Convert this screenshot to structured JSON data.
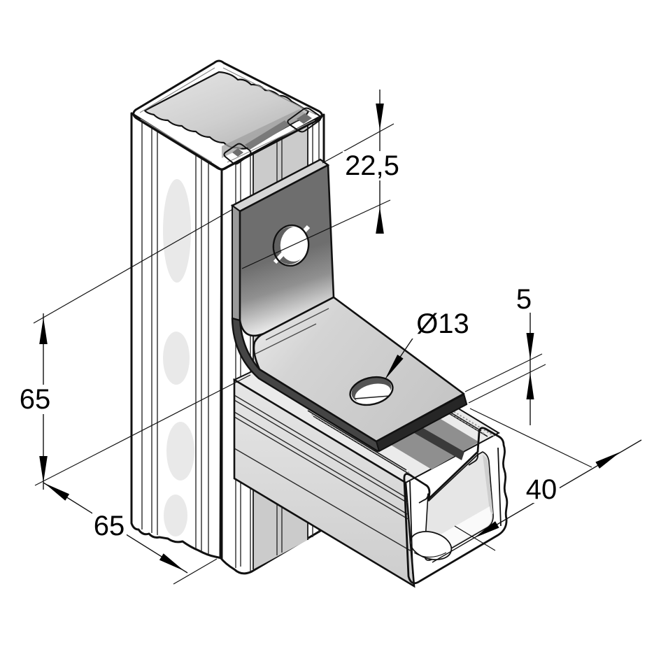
{
  "drawing": {
    "type": "isometric-technical-drawing",
    "dimension_labels": {
      "hole_offset": "22,5",
      "leg_height": "65",
      "base_depth": "65",
      "hole_diameter": "Ø13",
      "plate_thickness": "5",
      "channel_width": "40"
    },
    "colors": {
      "line": "#111111",
      "bracket_face": "#6e6e6e",
      "bracket_edge": "#3a3a3a",
      "rail_light": "#f0f0f0",
      "rail_mid": "#d6d6d6",
      "background": "#ffffff"
    }
  }
}
